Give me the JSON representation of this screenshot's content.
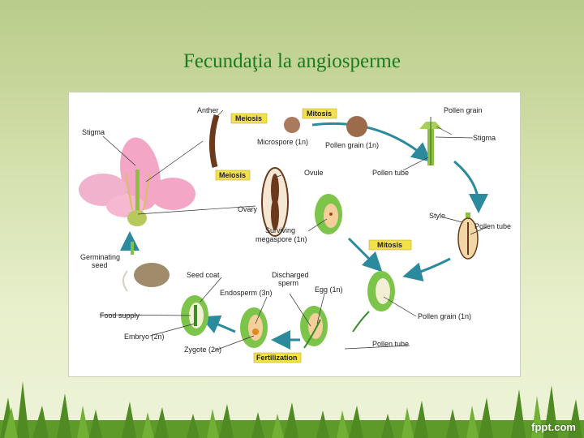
{
  "slide": {
    "title": "Fecundaţia la angiosperme",
    "watermark": "fppt.com"
  },
  "diagram": {
    "stage_tags": {
      "meiosis_top": "Meiosis",
      "mitosis_top": "Mitosis",
      "meiosis_mid": "Meiosis",
      "mitosis_right": "Mitosis",
      "fertilization": "Fertilization"
    },
    "labels": {
      "anther": "Anther",
      "stigma_left": "Stigma",
      "microspore": "Microspore (1n)",
      "pollen_grain_top": "Pollen grain (1n)",
      "pollen_grain_right": "Pollen grain",
      "stigma_right": "Stigma",
      "pollen_tube_top": "Pollen tube",
      "ovule": "Ovule",
      "ovary": "Ovary",
      "surviving_megaspore_1": "Surviving",
      "surviving_megaspore_2": "megaspore (1n)",
      "style": "Style",
      "pollen_tube_right": "Pollen tube",
      "germinating_seed_1": "Germinating",
      "germinating_seed_2": "seed",
      "seed_coat": "Seed coat",
      "discharged_sperm_1": "Discharged",
      "discharged_sperm_2": "sperm",
      "endosperm": "Endosperm (3n)",
      "egg": "Egg (1n)",
      "food_supply": "Food supply",
      "embryo": "Embryo (2n)",
      "zygote": "Zygote (2n)",
      "pollen_grain_bottom": "Pollen grain (1n)",
      "pollen_tube_bottom": "Pollen tube"
    }
  },
  "colors": {
    "tag_fill": "#f2e14a",
    "arrow": "#2b8a9c",
    "green_structure": "#7cc44a",
    "petal": "#f3a6c6"
  }
}
